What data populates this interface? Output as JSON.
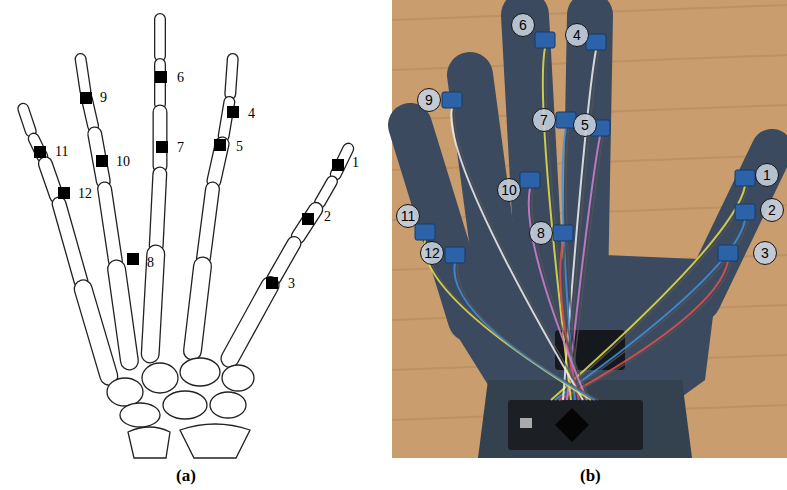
{
  "diagram": {
    "nodes": [
      {
        "text": [
          "1"
        ]
      },
      {
        "text": [
          "2"
        ]
      },
      {
        "text": [
          "3"
        ]
      },
      {
        "text": [
          "4"
        ]
      },
      {
        "text": [
          "5"
        ]
      },
      {
        "text": [
          "6"
        ]
      },
      {
        "text": [
          "7"
        ]
      },
      {
        "text": [
          "8"
        ]
      },
      {
        "text": [
          "9"
        ]
      },
      {
        "text": [
          "10"
        ]
      },
      {
        "text": [
          "11"
        ]
      },
      {
        "text": [
          "12"
        ]
      }
    ],
    "labels": [
      "1",
      "2",
      "3",
      "4",
      "5",
      "6",
      "7",
      "8",
      "9",
      "10",
      "11",
      "12",
      "(a)",
      "(b)"
    ]
  }
}
